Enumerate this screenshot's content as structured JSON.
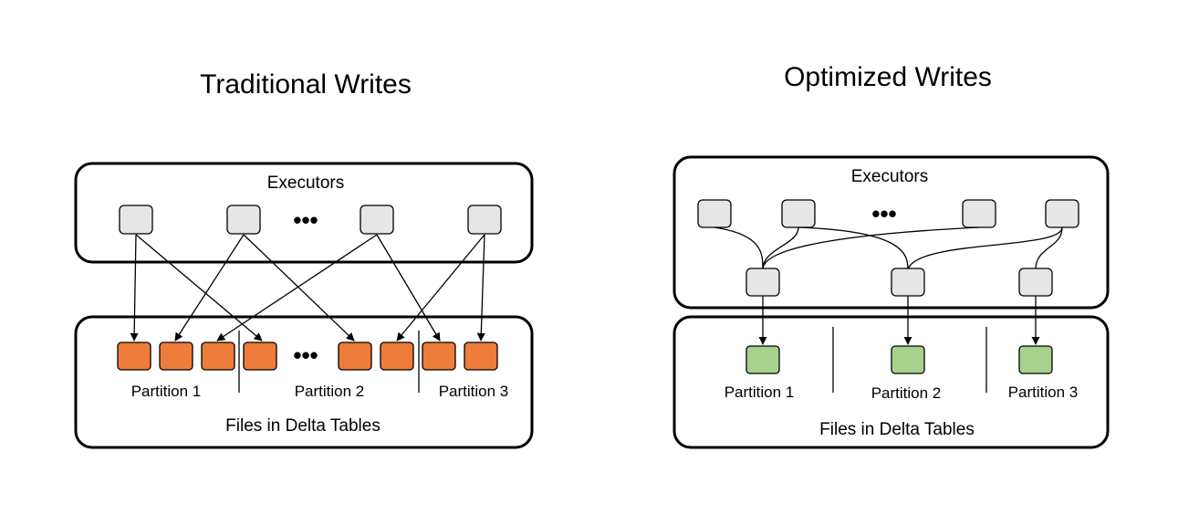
{
  "traditional": {
    "title": "Traditional Writes",
    "executors_label": "Executors",
    "ellipsis_executors": "•••",
    "ellipsis_files": "•••",
    "partitions": [
      "Partition 1",
      "Partition 2",
      "Partition 3"
    ],
    "files_label": "Files in Delta Tables"
  },
  "optimized": {
    "title": "Optimized Writes",
    "executors_label": "Executors",
    "ellipsis_executors": "•••",
    "partitions": [
      "Partition 1",
      "Partition 2",
      "Partition 3"
    ],
    "files_label": "Files in Delta Tables"
  },
  "colors": {
    "executor_fill": "#e6e6e6",
    "traditional_file_fill": "#ee7c3a",
    "optimized_file_fill": "#a9d18e"
  }
}
